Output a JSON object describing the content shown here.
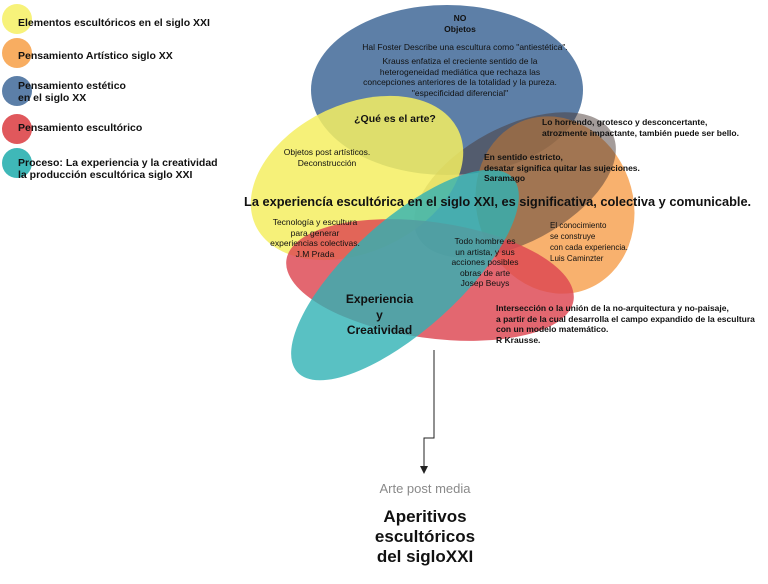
{
  "legend": [
    {
      "label": "Elementos escultóricos en el siglo XXI",
      "color": "#f7f27a"
    },
    {
      "label": "Pensamiento Artístico siglo XX",
      "color": "#f8ad61"
    },
    {
      "label": "Pensamiento estético\nen el siglo XX",
      "color": "#5c7fa8"
    },
    {
      "label": "Pensamiento escultórico",
      "color": "#e0585c"
    },
    {
      "label": "Proceso: La experiencia y la creatividad\nla producción escultórica siglo XXI",
      "color": "#3fb8b8"
    }
  ],
  "blue": {
    "heading": "NO\nObjetos",
    "foster": "Hal Foster  Describe una escultura como \"antiestética\".",
    "krauss": "Krauss enfatiza el creciente sentido de la\nheterogeneidad mediática que rechaza las\nconcepciones anteriores de la totalidad y la pureza.\n\"especificidad diferencial\""
  },
  "yellow": {
    "question": "¿Qué es el arte?",
    "objects": "Objetos post artísticos.\nDeconstrucción"
  },
  "dark": {
    "horrendo": "Lo horrendo, grotesco y desconcertante,\natrozmente impactante, también puede ser bello.",
    "saramago": "En sentido estricto,\ndesatar significa quitar las sujeciones.\nSaramago"
  },
  "center_title": "La experiencía escultórica en el siglo XXI, es significativa, colectiva y comunicable.",
  "red": {
    "prada": "Tecnología y escultura\npara generar\nexperiencias colectivas.\nJ.M Prada",
    "krausse": "Intersección o la unión de la no-arquitectura y no-paisaje,\n a partir de la cual desarrolla el campo expandido de la escultura\ncon un modelo matemático.\nR Krausse."
  },
  "orange": {
    "caminzter": "El conocimiento\nse construye\ncon cada experiencia.\nLuis Caminzter"
  },
  "beuys": "Todo hombre es\nun artista, y sus\nacciones posibles\nobras de arte\nJosep Beuys",
  "teal": {
    "label": "Experiencia\ny\nCreatividad"
  },
  "arte_post_media": "Arte post media",
  "bottom_title": "Aperitivos\nescultóricos\ndel sigloXXI",
  "colors": {
    "blue": "#4f74a0",
    "yellow": "#f4ef62",
    "orange": "#f7a04e",
    "red": "#dd4650",
    "teal": "#2fb2b4",
    "dark": "#6b5850"
  }
}
